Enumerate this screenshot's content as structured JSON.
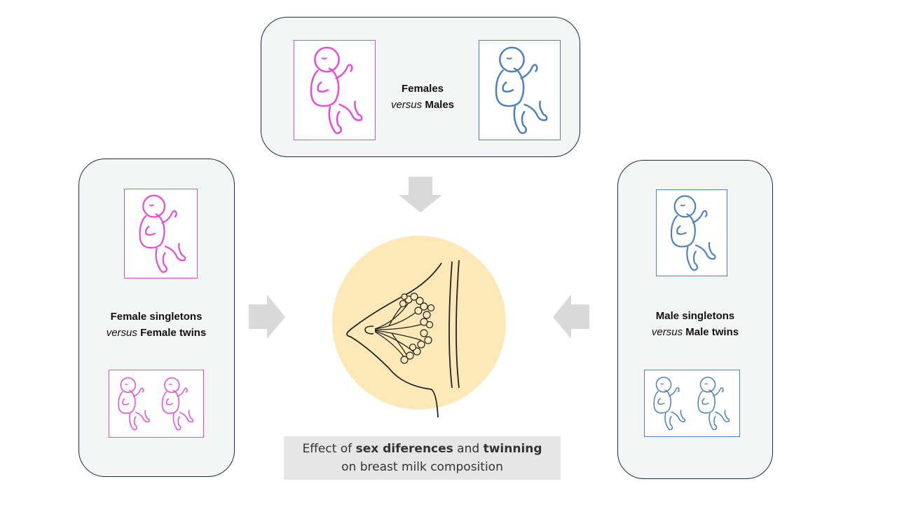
{
  "panels": {
    "top": {
      "bold_a": "Females",
      "italic": "versus",
      "bold_b": "Males"
    },
    "left": {
      "bold_a": "Female singletons",
      "italic": "versus",
      "bold_b": "Female twins"
    },
    "right": {
      "bold_a": "Male singletons",
      "italic": "versus",
      "bold_b": "Male twins"
    }
  },
  "caption": {
    "part1": "Effect of ",
    "bold1": "sex diferences",
    "part2": " and ",
    "bold2": "twinning",
    "line2": "on breast milk composition"
  },
  "colors": {
    "female": "#e64ad6",
    "male": "#4a7fc0",
    "panel_bg": "#f4f5f5",
    "panel_border": "#1f2a44",
    "circle": "#fde9b8",
    "arrow": "#d9d9d9"
  },
  "icons": [
    "baby-icon",
    "breast-anatomy-icon",
    "arrow-down-icon",
    "arrow-right-icon",
    "arrow-left-icon"
  ]
}
